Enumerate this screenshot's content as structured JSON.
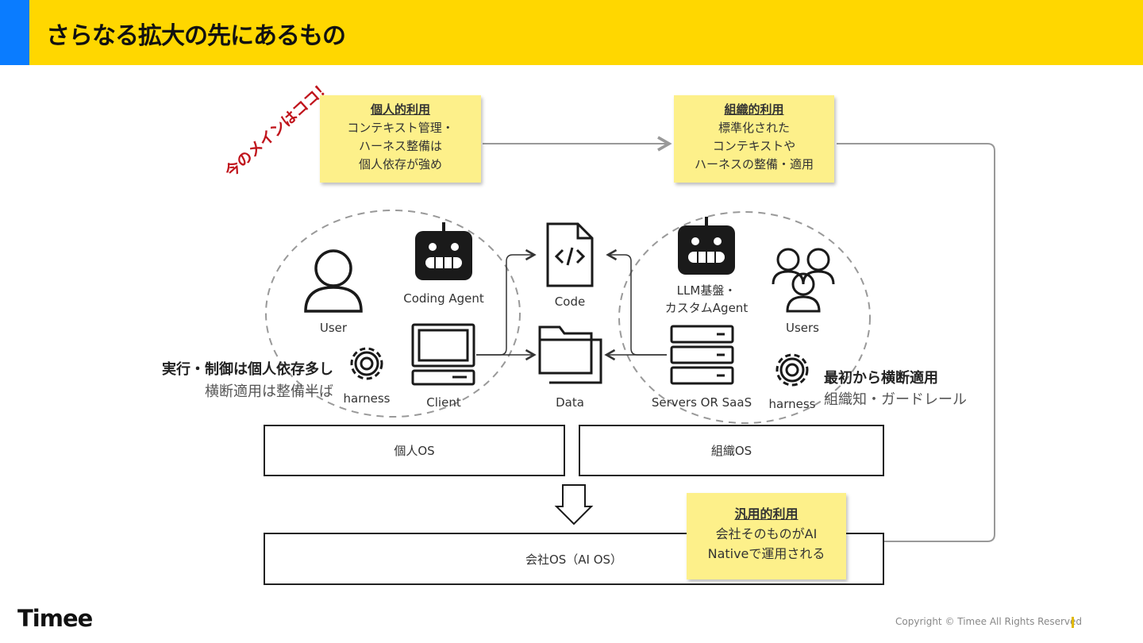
{
  "header": {
    "title": "さらなる拡大の先にあるもの"
  },
  "stamp": "今のメインはココ！",
  "stickies": {
    "personal": {
      "heading": "個人的利用",
      "lines": [
        "コンテキスト管理・",
        "ハーネス整備は",
        "個人依存が強め"
      ]
    },
    "organizational": {
      "heading": "組織的利用",
      "lines": [
        "標準化された",
        "コンテキストや",
        "ハーネスの整備・適用"
      ]
    },
    "general": {
      "heading": "汎用的利用",
      "lines": [
        "会社そのものがAI",
        "Nativeで運用される"
      ]
    }
  },
  "personal_cluster": {
    "user": "User",
    "coding_agent": "Coding Agent",
    "harness": "harness",
    "client": "Client"
  },
  "center": {
    "code": "Code",
    "data": "Data"
  },
  "org_cluster": {
    "llm_line1": "LLM基盤・",
    "llm_line2": "カスタムAgent",
    "users": "Users",
    "servers": "Servers OR SaaS",
    "harness": "harness"
  },
  "notes": {
    "left_bold": "実行・制御は個人依存多し",
    "left_normal": "横断適用は整備半ば",
    "right_bold": "最初から横断適用",
    "right_normal": "組織知・ガードレール"
  },
  "boxes": {
    "personal_os": "個人OS",
    "org_os": "組織OS",
    "company_os": "会社OS（AI OS）"
  },
  "footer": {
    "logo": "Timee",
    "copyright": "Copyright © Timee All Rights Reserved"
  },
  "colors": {
    "header": "#FFD700",
    "accent": "#0A7CFF",
    "sticky": "#FDF08A",
    "stamp": "#C0141C"
  }
}
